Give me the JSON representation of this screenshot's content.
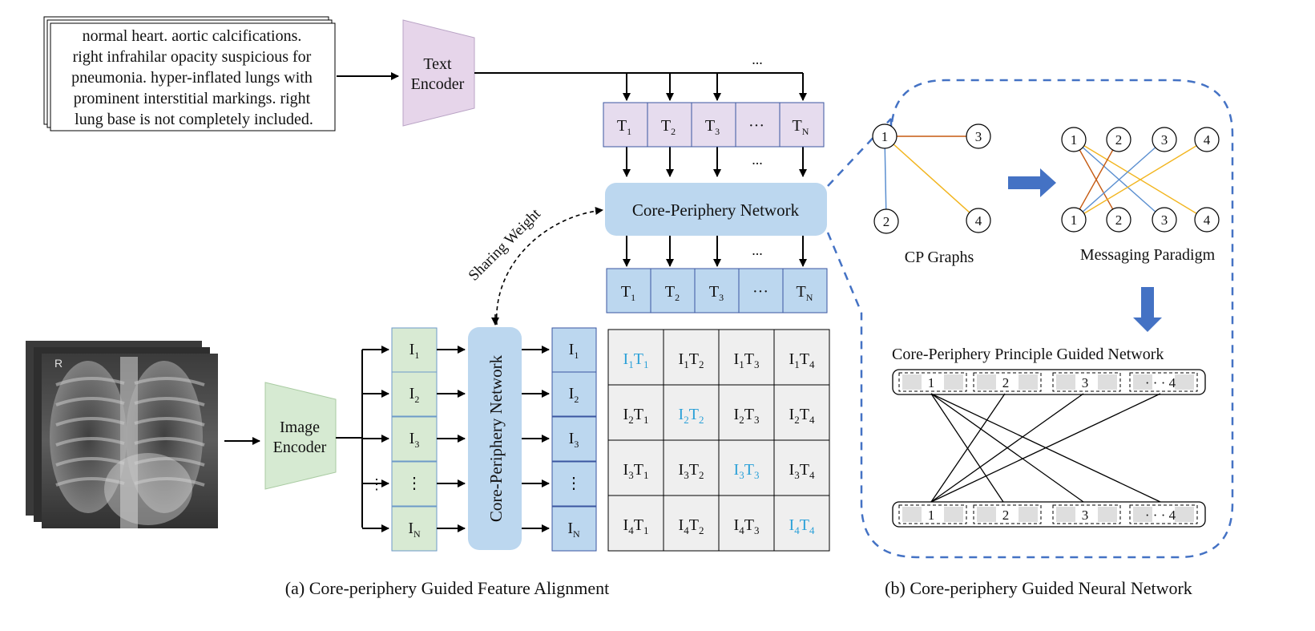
{
  "report": {
    "lines": [
      "normal heart. aortic calcifications.",
      "right infrahilar opacity suspicious for",
      "pneumonia. hyper-inflated lungs with",
      "prominent interstitial markings. right",
      "lung base is not completely included."
    ]
  },
  "text_encoder": {
    "line1": "Text",
    "line2": "Encoder"
  },
  "image_encoder": {
    "line1": "Image",
    "line2": "Encoder"
  },
  "xray": {
    "marker": "R"
  },
  "text_tokens": [
    {
      "base": "T",
      "sub": "1"
    },
    {
      "base": "T",
      "sub": "2"
    },
    {
      "base": "T",
      "sub": "3"
    },
    {
      "base": "···",
      "sub": ""
    },
    {
      "base": "T",
      "sub": "N"
    }
  ],
  "image_tokens": [
    {
      "base": "I",
      "sub": "1"
    },
    {
      "base": "I",
      "sub": "2"
    },
    {
      "base": "I",
      "sub": "3"
    },
    {
      "base": "⋮",
      "sub": ""
    },
    {
      "base": "I",
      "sub": "N"
    }
  ],
  "ellipsis": {
    "h": "...",
    "v": "⋮"
  },
  "cp_network_label": "Core-Periphery Network",
  "sharing_weight_label": "Sharing Weight",
  "matrix": {
    "rows": [
      [
        {
          "i": "1",
          "t": "1",
          "diag": true
        },
        {
          "i": "1",
          "t": "2",
          "diag": false
        },
        {
          "i": "1",
          "t": "3",
          "diag": false
        },
        {
          "i": "1",
          "t": "4",
          "diag": false
        }
      ],
      [
        {
          "i": "2",
          "t": "1",
          "diag": false
        },
        {
          "i": "2",
          "t": "2",
          "diag": true
        },
        {
          "i": "2",
          "t": "3",
          "diag": false
        },
        {
          "i": "2",
          "t": "4",
          "diag": false
        }
      ],
      [
        {
          "i": "3",
          "t": "1",
          "diag": false
        },
        {
          "i": "3",
          "t": "2",
          "diag": false
        },
        {
          "i": "3",
          "t": "3",
          "diag": true
        },
        {
          "i": "3",
          "t": "4",
          "diag": false
        }
      ],
      [
        {
          "i": "4",
          "t": "1",
          "diag": false
        },
        {
          "i": "4",
          "t": "2",
          "diag": false
        },
        {
          "i": "4",
          "t": "3",
          "diag": false
        },
        {
          "i": "4",
          "t": "4",
          "diag": true
        }
      ]
    ]
  },
  "cp_graph": {
    "label": "CP Graphs",
    "nodes": [
      "1",
      "2",
      "3",
      "4"
    ]
  },
  "messaging": {
    "label": "Messaging Paradigm",
    "top": [
      "1",
      "2",
      "3",
      "4"
    ],
    "bottom": [
      "1",
      "2",
      "3",
      "4"
    ]
  },
  "cpgn": {
    "title": "Core-Periphery Principle Guided Network",
    "units": [
      "1",
      "2",
      "3",
      "· · · 4"
    ]
  },
  "captions": {
    "a": "(a) Core-periphery Guided Feature Alignment",
    "b": "(b) Core-periphery Guided Neural Network"
  },
  "colors": {
    "text_token_fill": "#e6dcee",
    "text_token_stroke": "#3a56a0",
    "encoder_text_fill": "#e6d5ea",
    "encoder_image_fill": "#d6ead2",
    "image_token_fill": "#d8ead3",
    "cp_fill": "#bcd7ef",
    "blue_token_fill": "#bcd7ef",
    "matrix_fill": "#efefef",
    "diag_text": "#2aa0d8",
    "dash_blue": "#4472c4",
    "arrow_blue": "#4472c4",
    "edge_orange": "#c55a11",
    "edge_yellow": "#f2b51f",
    "edge_blue": "#5b8fd0"
  }
}
